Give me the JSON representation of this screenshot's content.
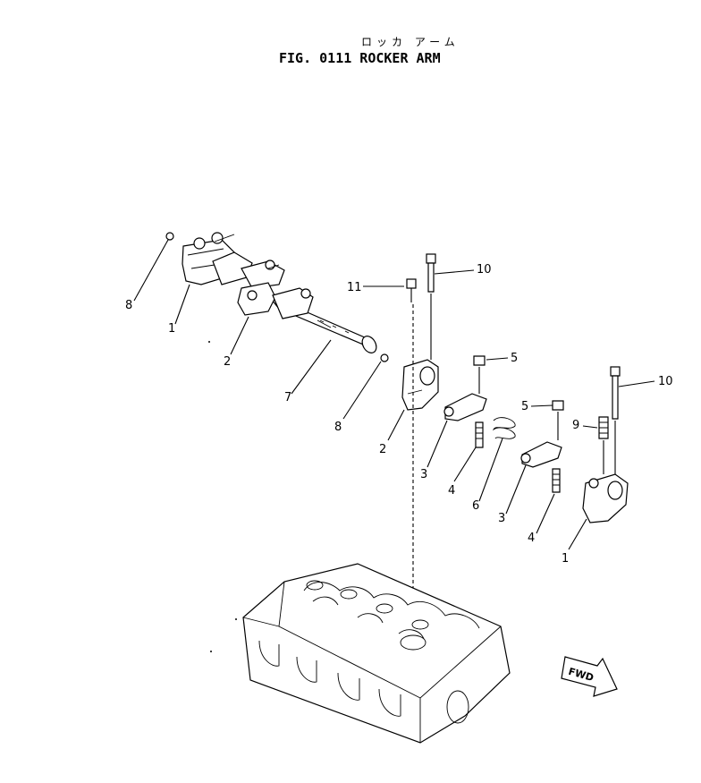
{
  "title": {
    "jp": "ロッカ アーム",
    "en": "FIG. 0111  ROCKER ARM"
  },
  "callouts": [
    "8",
    "1",
    "2",
    "7",
    "8",
    "11",
    "10",
    "5",
    "2",
    "3",
    "4",
    "6",
    "5",
    "9",
    "3",
    "4",
    "10",
    "1"
  ],
  "fwd_label": "FWD"
}
